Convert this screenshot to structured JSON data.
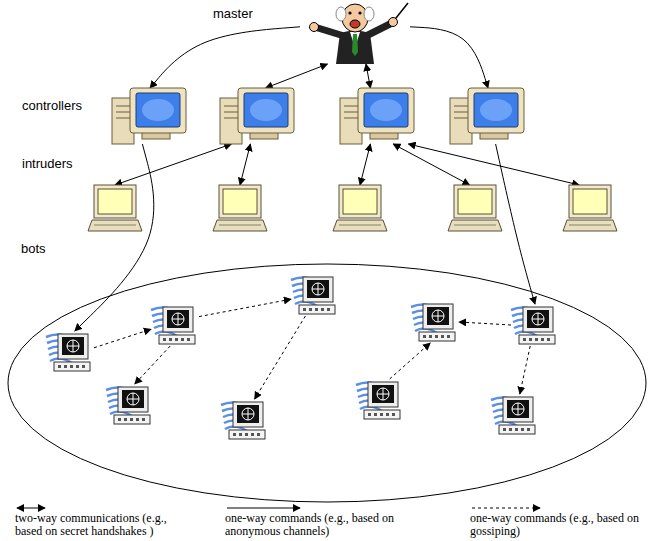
{
  "diagram": {
    "nodes": [
      {
        "text": [
          "master"
        ]
      },
      {
        "text": []
      },
      {
        "text": []
      },
      {
        "text": []
      },
      {
        "text": []
      },
      {
        "text": []
      },
      {
        "text": []
      },
      {
        "text": []
      },
      {
        "text": []
      },
      {
        "text": []
      },
      {
        "text": [
          "bots"
        ]
      },
      {
        "text": [],
        "in": 10
      },
      {
        "text": [],
        "in": 10
      },
      {
        "text": [],
        "in": 10
      },
      {
        "text": [],
        "in": 10
      },
      {
        "text": [],
        "in": 10
      },
      {
        "text": [],
        "in": 10
      },
      {
        "text": [],
        "in": 10
      },
      {
        "text": [],
        "in": 10
      },
      {
        "text": [],
        "in": 10
      }
    ],
    "edges": [
      {
        "from": 0,
        "to": 1,
        "arrow": "to"
      },
      {
        "from": 0,
        "to": 2,
        "arrow": "both"
      },
      {
        "from": 0,
        "to": 3,
        "arrow": "both"
      },
      {
        "from": 0,
        "to": 4,
        "arrow": "to"
      },
      {
        "from": 1,
        "to": 11,
        "arrow": "to"
      },
      {
        "from": 4,
        "to": 15,
        "arrow": "to"
      },
      {
        "from": 2,
        "to": 5,
        "arrow": "both"
      },
      {
        "from": 2,
        "to": 6,
        "arrow": "both"
      },
      {
        "from": 3,
        "to": 7,
        "arrow": "both"
      },
      {
        "from": 3,
        "to": 8,
        "arrow": "both"
      },
      {
        "from": 3,
        "to": 9,
        "arrow": "both"
      },
      {
        "from": 11,
        "to": 12,
        "arrow": "to"
      },
      {
        "from": 12,
        "to": 16,
        "arrow": "to"
      },
      {
        "from": 12,
        "to": 13,
        "arrow": "to"
      },
      {
        "from": 13,
        "to": 17,
        "arrow": "to"
      },
      {
        "from": 18,
        "to": 14,
        "arrow": "to"
      },
      {
        "from": 15,
        "to": 14,
        "arrow": "to"
      },
      {
        "from": 15,
        "to": 19,
        "arrow": "to"
      }
    ],
    "labels": [
      "controllers",
      "intruders"
    ],
    "legend": [
      {
        "text": "two-way communications (e.g., based on secret handshakes )"
      },
      {
        "text": "one-way commands (e.g., based on anonymous channels)"
      },
      {
        "text": "one-way commands (e.g., based on gossiping)"
      }
    ]
  }
}
